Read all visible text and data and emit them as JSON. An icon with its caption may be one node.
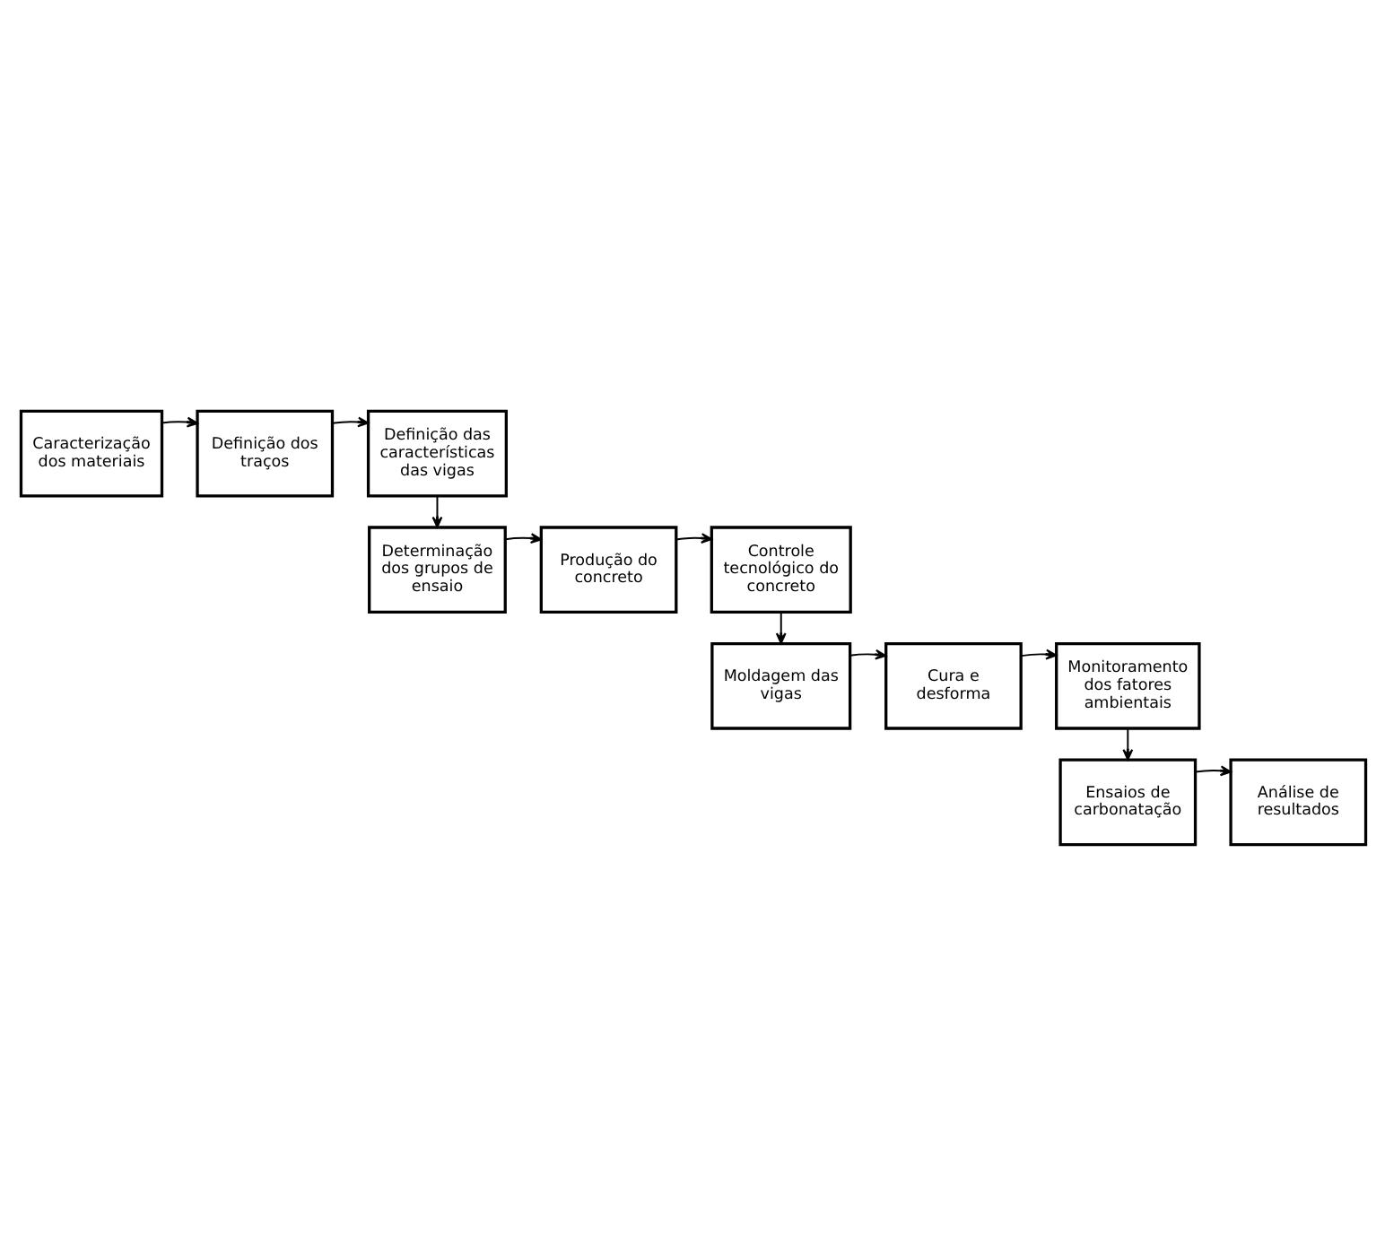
{
  "diagram": {
    "nodes": [
      {
        "text": [
          "Caracterização dos materiais"
        ]
      },
      {
        "text": [
          "Definição dos traços"
        ]
      },
      {
        "text": [
          "Definição das características das vigas"
        ]
      },
      {
        "text": [
          "Determinação dos grupos de ensaio"
        ]
      },
      {
        "text": [
          "Produção do concreto"
        ]
      },
      {
        "text": [
          "Controle tecnológico do concreto"
        ]
      },
      {
        "text": [
          "Moldagem das vigas"
        ]
      },
      {
        "text": [
          "Cura e desforma"
        ]
      },
      {
        "text": [
          "Monitoramento dos fatores ambientais"
        ]
      },
      {
        "text": [
          "Ensaios de carbonatação"
        ]
      },
      {
        "text": [
          "Análise de resultados"
        ]
      }
    ],
    "edges": [
      {
        "from": 0,
        "to": 1,
        "arrow": "to"
      },
      {
        "from": 1,
        "to": 2,
        "arrow": "to"
      },
      {
        "from": 2,
        "to": 3,
        "arrow": "to"
      },
      {
        "from": 3,
        "to": 4,
        "arrow": "to"
      },
      {
        "from": 4,
        "to": 5,
        "arrow": "to"
      },
      {
        "from": 5,
        "to": 6,
        "arrow": "to"
      },
      {
        "from": 6,
        "to": 7,
        "arrow": "to"
      },
      {
        "from": 7,
        "to": 8,
        "arrow": "to"
      },
      {
        "from": 8,
        "to": 9,
        "arrow": "to"
      },
      {
        "from": 9,
        "to": 10,
        "arrow": "to"
      }
    ]
  }
}
